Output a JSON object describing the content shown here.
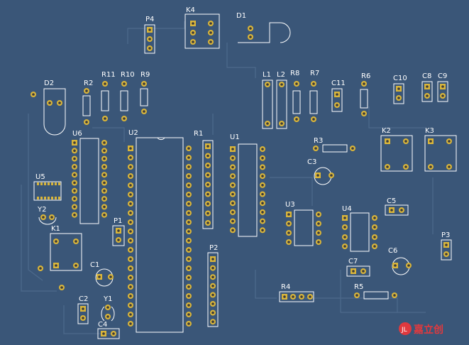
{
  "board": {
    "background": "#3a5678",
    "silk_color": "#ffffff",
    "pad_color": "#d9b53a",
    "trace_color": "#4d6a8c"
  },
  "labels": {
    "P4": "P4",
    "K4": "K4",
    "D1": "D1",
    "D2": "D2",
    "R2": "R2",
    "R11": "R11",
    "R10": "R10",
    "R9": "R9",
    "L1": "L1",
    "L2": "L2",
    "R8": "R8",
    "R7": "R7",
    "C11": "C11",
    "R6": "R6",
    "C10": "C10",
    "C8": "C8",
    "C9": "C9",
    "U6": "U6",
    "U2": "U2",
    "R1": "R1",
    "U1": "U1",
    "R3": "R3",
    "C3": "C3",
    "K2": "K2",
    "K3": "K3",
    "U5": "U5",
    "Y2": "Y2",
    "K1": "K1",
    "P1": "P1",
    "U3": "U3",
    "U4": "U4",
    "C5": "C5",
    "P3": "P3",
    "C6": "C6",
    "C7": "C7",
    "P2": "P2",
    "C1": "C1",
    "C2": "C2",
    "Y1": "Y1",
    "R4": "R4",
    "R5": "R5",
    "C4": "C4"
  },
  "watermark": {
    "text": "嘉立创",
    "logo": "jlc-logo-icon",
    "color": "#e0393e"
  }
}
